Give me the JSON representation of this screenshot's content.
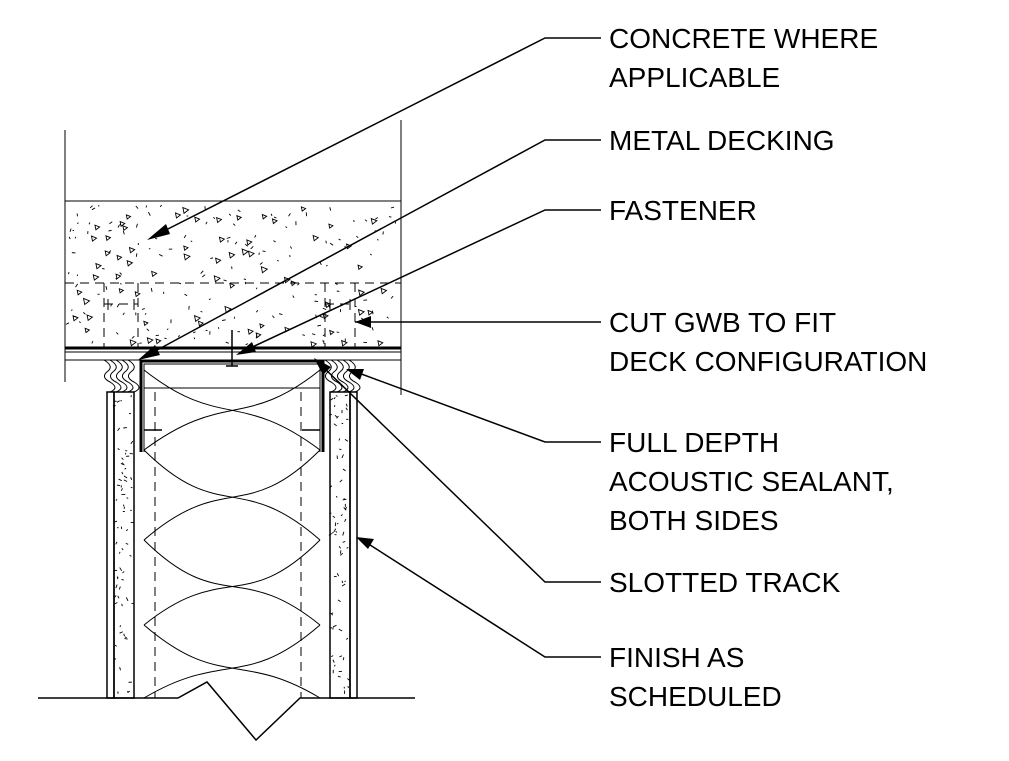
{
  "labels": {
    "concrete": [
      "CONCRETE WHERE",
      "APPLICABLE"
    ],
    "decking": [
      "METAL DECKING"
    ],
    "fastener": [
      "FASTENER"
    ],
    "gwb": [
      "CUT GWB TO FIT",
      "DECK CONFIGURATION"
    ],
    "sealant": [
      "FULL DEPTH",
      "ACOUSTIC SEALANT,",
      "BOTH SIDES"
    ],
    "track": [
      "SLOTTED TRACK"
    ],
    "finish": [
      "FINISH AS",
      "SCHEDULED"
    ]
  }
}
